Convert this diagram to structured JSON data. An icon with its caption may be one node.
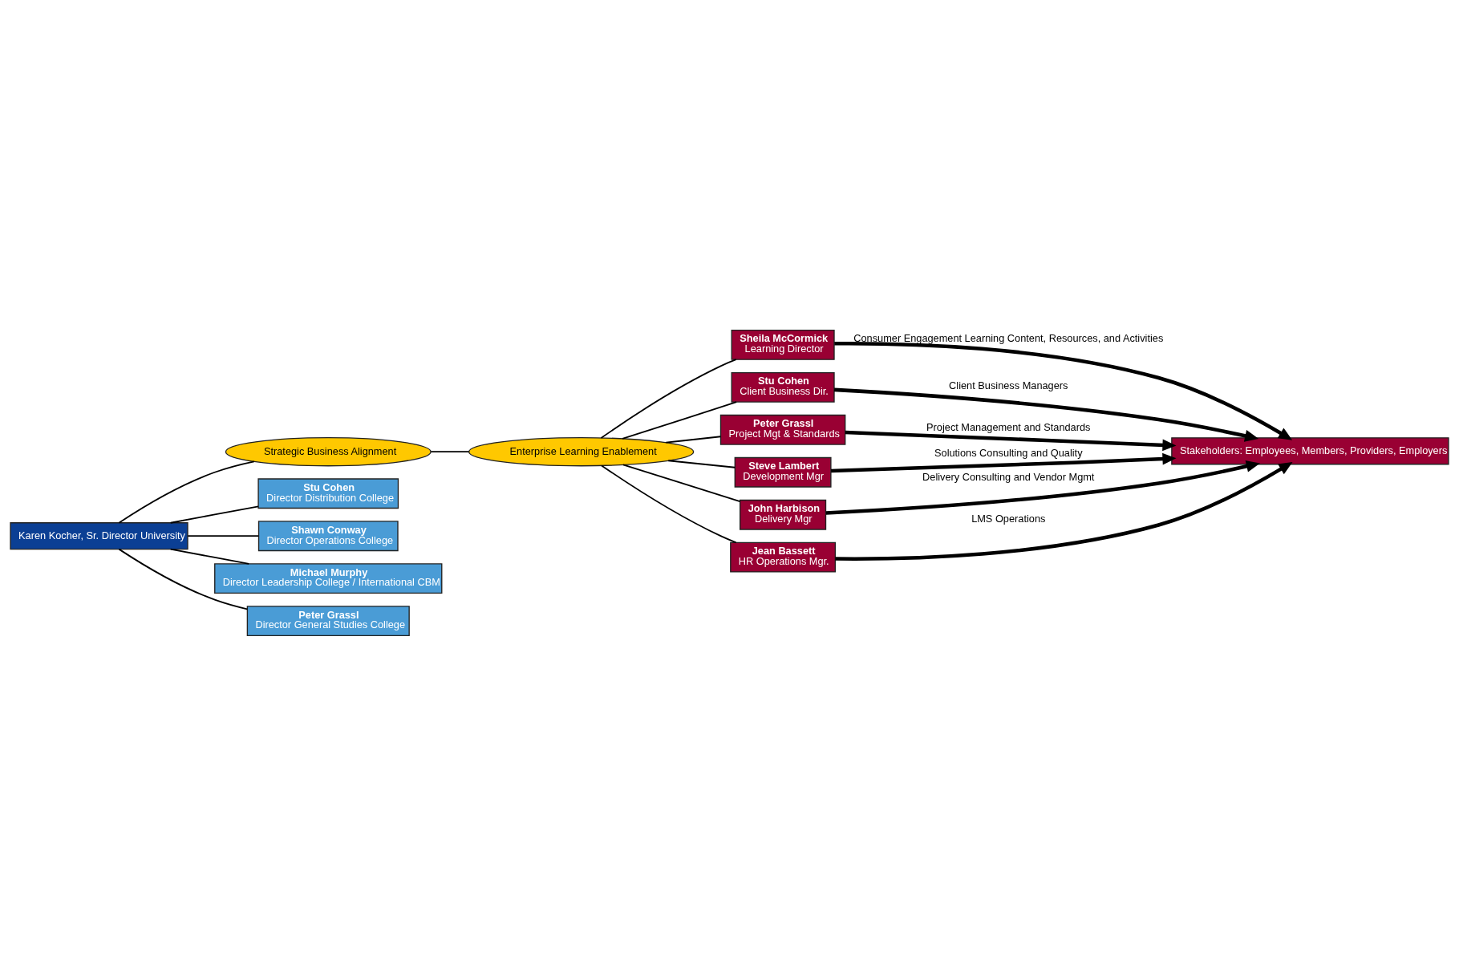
{
  "diagram": {
    "nodes": [
      {
        "text": [
          "Karen Kocher, Sr. Director University"
        ]
      },
      {
        "text": [
          "Strategic Business Alignment"
        ]
      },
      {
        "text": [
          "Stu Cohen",
          "Director Distribution College"
        ]
      },
      {
        "text": [
          "Shawn Conway",
          "Director Operations College"
        ]
      },
      {
        "text": [
          "Michael Murphy",
          "Director Leadership College / International CBM"
        ]
      },
      {
        "text": [
          "Peter Grassl",
          "Director General Studies College"
        ]
      },
      {
        "text": [
          "Enterprise Learning Enablement"
        ]
      },
      {
        "text": [
          "Sheila McCormick",
          "Learning Director"
        ]
      },
      {
        "text": [
          "Stu Cohen",
          "Client Business Dir."
        ]
      },
      {
        "text": [
          "Peter Grassl",
          "Project Mgt & Standards"
        ]
      },
      {
        "text": [
          "Steve Lambert",
          "Development Mgr"
        ]
      },
      {
        "text": [
          "John Harbison",
          "Delivery Mgr"
        ]
      },
      {
        "text": [
          "Jean Bassett",
          "HR Operations Mgr."
        ]
      },
      {
        "text": [
          "Stakeholders: Employees, Members, Providers, Employers"
        ]
      }
    ],
    "edges": [
      {
        "from": 0,
        "to": 1,
        "arrow": "none"
      },
      {
        "from": 0,
        "to": 2,
        "arrow": "none"
      },
      {
        "from": 0,
        "to": 3,
        "arrow": "none"
      },
      {
        "from": 0,
        "to": 4,
        "arrow": "none"
      },
      {
        "from": 0,
        "to": 5,
        "arrow": "none"
      },
      {
        "from": 1,
        "to": 6,
        "arrow": "none"
      },
      {
        "from": 6,
        "to": 7,
        "arrow": "none"
      },
      {
        "from": 6,
        "to": 8,
        "arrow": "none"
      },
      {
        "from": 6,
        "to": 9,
        "arrow": "none"
      },
      {
        "from": 6,
        "to": 10,
        "arrow": "none"
      },
      {
        "from": 6,
        "to": 11,
        "arrow": "none"
      },
      {
        "from": 6,
        "to": 12,
        "arrow": "none"
      },
      {
        "from": 7,
        "to": 13,
        "arrow": "to",
        "label": "Consumer Engagement Learning Content, Resources, and Activities",
        "style": "thick"
      },
      {
        "from": 8,
        "to": 13,
        "arrow": "to",
        "label": "Client Business Managers",
        "style": "thick"
      },
      {
        "from": 9,
        "to": 13,
        "arrow": "to",
        "label": "Project Management and Standards",
        "style": "thick"
      },
      {
        "from": 10,
        "to": 13,
        "arrow": "to",
        "label": "Solutions Consulting and Quality",
        "style": "thick"
      },
      {
        "from": 11,
        "to": 13,
        "arrow": "to",
        "label": "Delivery Consulting and Vendor Mgmt",
        "style": "thick"
      },
      {
        "from": 12,
        "to": 13,
        "arrow": "to",
        "label": "LMS Operations",
        "style": "thick"
      }
    ]
  }
}
